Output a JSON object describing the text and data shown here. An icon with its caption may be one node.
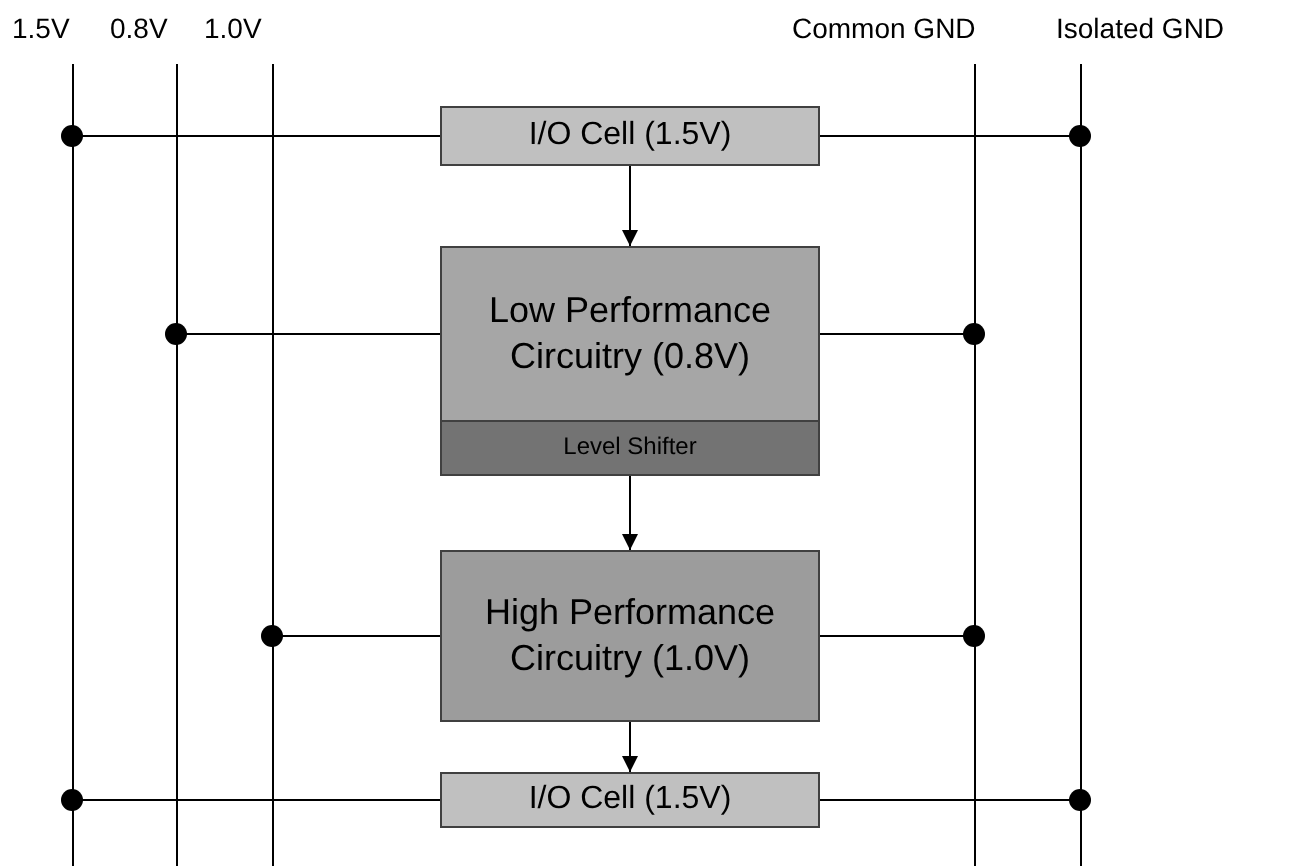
{
  "diagram": {
    "nodes": [
      {
        "text": [
          "1.5V"
        ]
      },
      {
        "text": [
          "0.8V"
        ]
      },
      {
        "text": [
          "1.0V"
        ]
      },
      {
        "text": [
          "Common GND"
        ]
      },
      {
        "text": [
          "Isolated GND"
        ]
      },
      {
        "text": [
          "I/O Cell (1.5V)"
        ]
      },
      {
        "text": [
          "Low Performance Circuitry (0.8V)"
        ]
      },
      {
        "text": [
          "Level Shifter"
        ],
        "in": 6
      },
      {
        "text": [
          "High Performance Circuitry (1.0V)"
        ]
      },
      {
        "text": [
          "I/O Cell (1.5V)"
        ]
      }
    ],
    "edges": [
      {
        "from": 0,
        "to": 5,
        "arrow": "other"
      },
      {
        "from": 4,
        "to": 5,
        "arrow": "other"
      },
      {
        "from": 5,
        "to": 6,
        "arrow": "to"
      },
      {
        "from": 1,
        "to": 6,
        "arrow": "other"
      },
      {
        "from": 3,
        "to": 6,
        "arrow": "other"
      },
      {
        "from": 7,
        "to": 8,
        "arrow": "to"
      },
      {
        "from": 2,
        "to": 8,
        "arrow": "other"
      },
      {
        "from": 3,
        "to": 8,
        "arrow": "other"
      },
      {
        "from": 8,
        "to": 9,
        "arrow": "to"
      },
      {
        "from": 0,
        "to": 9,
        "arrow": "other"
      },
      {
        "from": 4,
        "to": 9,
        "arrow": "other"
      }
    ]
  }
}
